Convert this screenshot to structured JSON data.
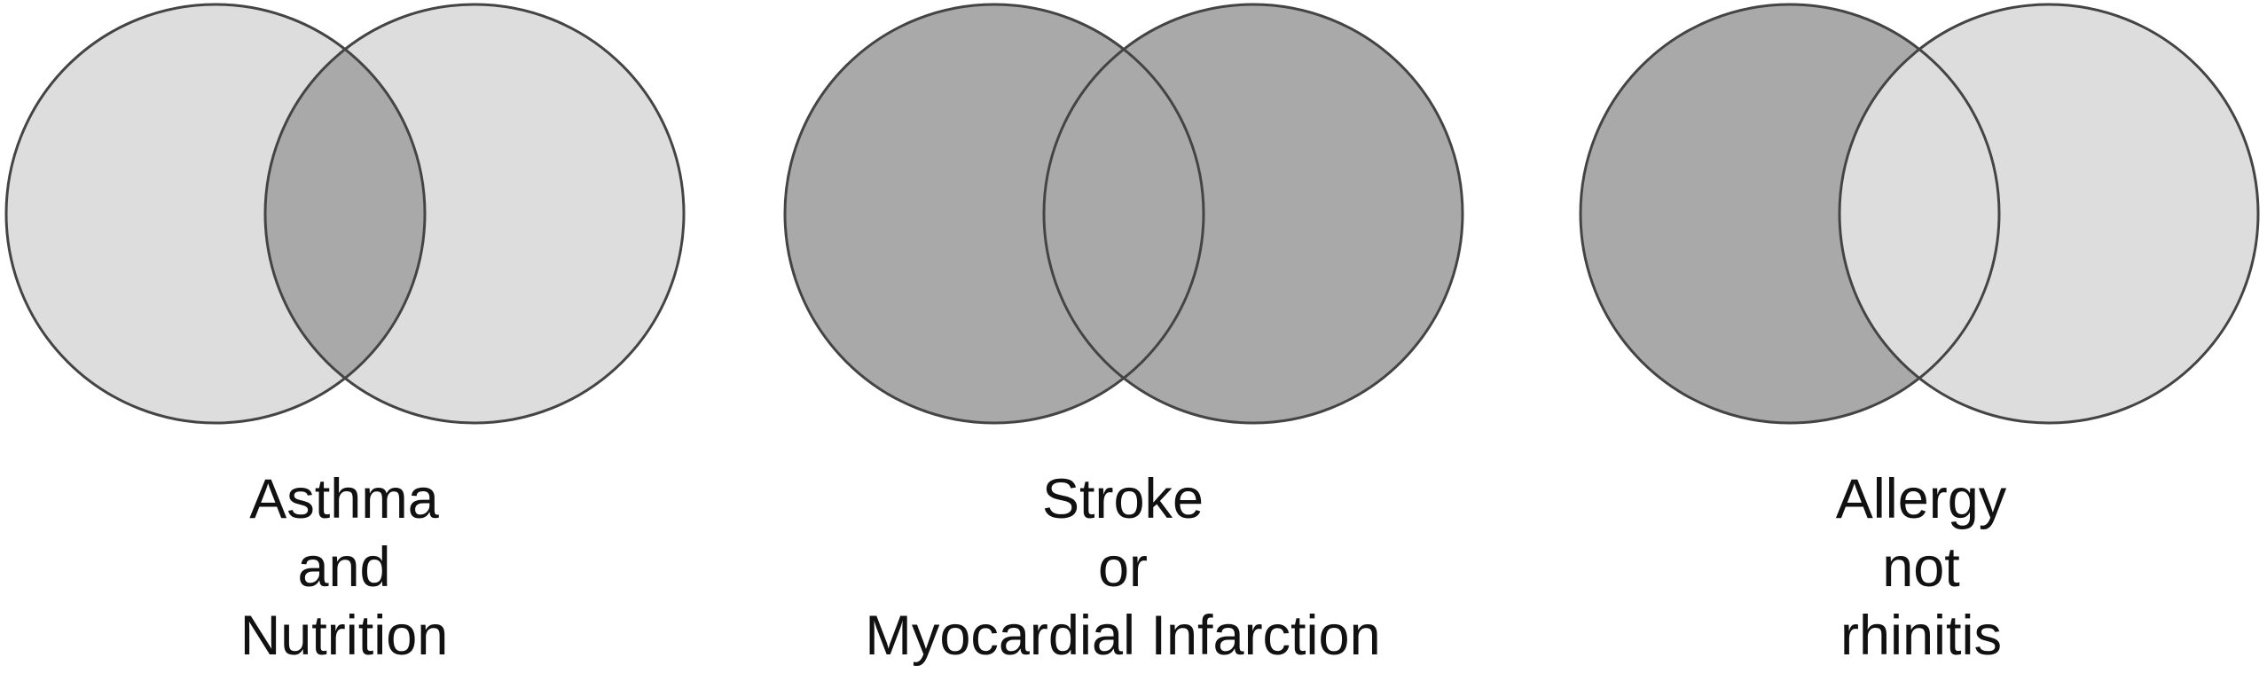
{
  "colors": {
    "light_fill": "#dddddd",
    "dark_fill": "#a9a9a9",
    "stroke": "#444444",
    "background": "#ffffff",
    "text": "#111111"
  },
  "diagrams": [
    {
      "operation": "AND",
      "highlight": "intersection",
      "label_lines": [
        "Asthma",
        "and",
        "Nutrition"
      ]
    },
    {
      "operation": "OR",
      "highlight": "union",
      "label_lines": [
        "Stroke",
        "or",
        "Myocardial Infarction"
      ]
    },
    {
      "operation": "NOT",
      "highlight": "left-only",
      "label_lines": [
        "Allergy",
        "not",
        "rhinitis"
      ]
    }
  ]
}
